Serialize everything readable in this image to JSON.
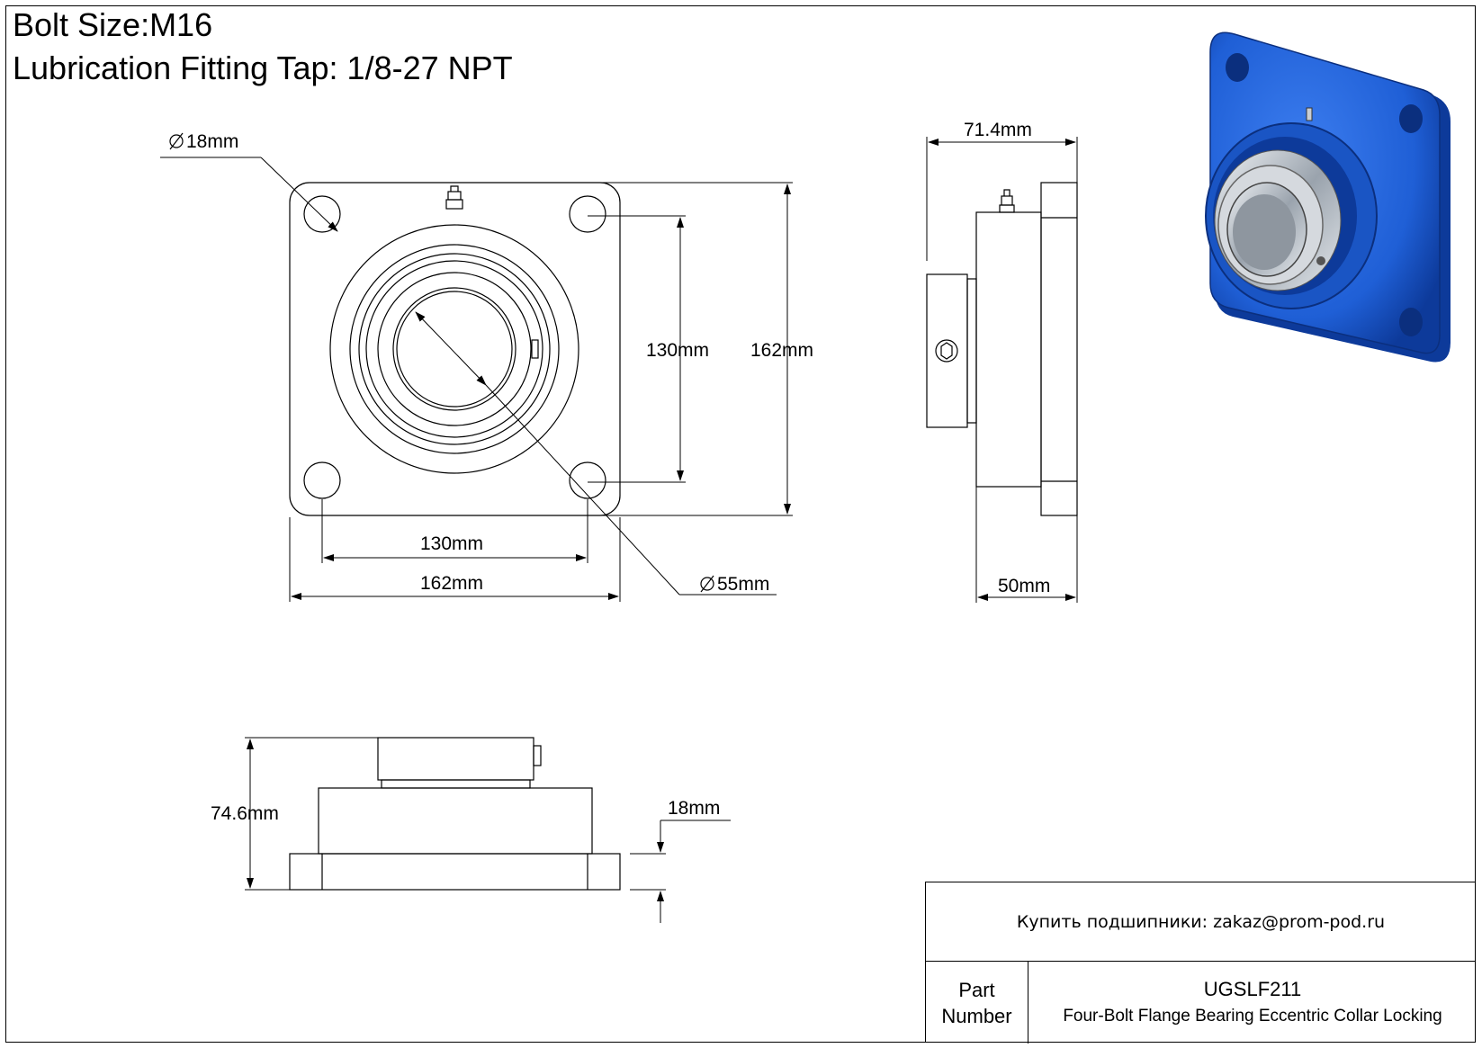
{
  "header": {
    "bolt_size": "Bolt Size:M16",
    "lubrication": "Lubrication Fitting Tap: 1/8-27 NPT"
  },
  "dimensions": {
    "hole_diameter": "18mm",
    "bore_diameter": "55mm",
    "bolt_spacing_vertical": "130mm",
    "height_vertical": "162mm",
    "bolt_spacing_horizontal": "130mm",
    "width_horizontal": "162mm",
    "side_overall": "71.4mm",
    "side_housing": "50mm",
    "bottom_overall": "74.6mm",
    "flange_thickness": "18mm"
  },
  "title_block": {
    "contact": "Купить подшипники: zakaz@prom-pod.ru",
    "part_label_line1": "Part",
    "part_label_line2": "Number",
    "part_number": "UGSLF211",
    "description": "Four-Bolt Flange Bearing Eccentric Collar Locking"
  },
  "colors": {
    "housing_blue": "#1f5fd6",
    "housing_dark": "#0d3a9a",
    "steel": "#c8cdd3"
  }
}
